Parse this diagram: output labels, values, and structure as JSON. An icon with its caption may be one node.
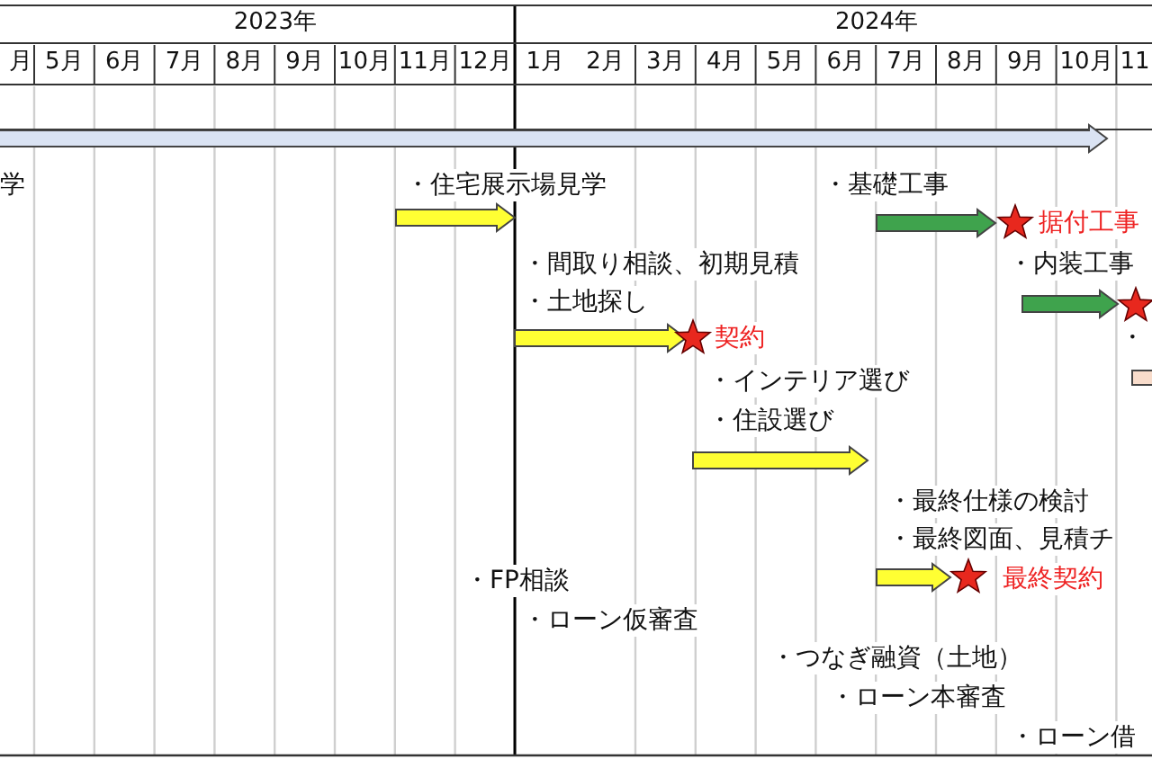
{
  "diagram": {
    "labels": [
      "2023年",
      "2024年",
      "月",
      "5月",
      "6月",
      "7月",
      "8月",
      "9月",
      "10月",
      "11月",
      "12月",
      "1月",
      "2月",
      "3月",
      "4月",
      "5月",
      "6月",
      "7月",
      "8月",
      "9月",
      "10月",
      "11",
      "学",
      "・住宅展示場見学",
      "・基礎工事",
      "据付工事",
      "・間取り相談、初期見積",
      "・内装工事",
      "・土地探し",
      "契約",
      "・",
      "・インテリア選び",
      "・住設選び",
      "・最終仕様の検討",
      "・最終図面、見積チ",
      "・FP相談",
      "最終契約",
      "・ローン仮審査",
      "・つなぎ融資（土地）",
      "・ローン本審査",
      "・ローン借"
    ]
  }
}
